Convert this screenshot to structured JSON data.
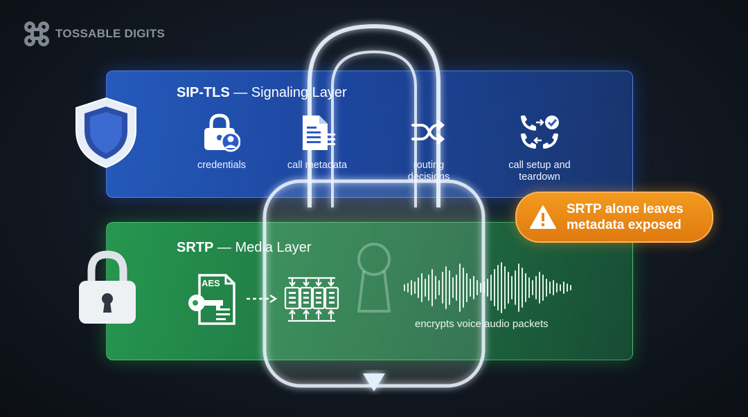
{
  "brand": {
    "name": "TOSSABLE DIGITS",
    "icon": "command-key-icon"
  },
  "signaling": {
    "title_bold": "SIP-TLS",
    "title_rest": " — Signaling Layer",
    "color": "#2a63d4",
    "features": [
      {
        "icon": "lock-user-icon",
        "label": "credentials"
      },
      {
        "icon": "document-list-icon",
        "label": "call metadata"
      },
      {
        "icon": "shuffle-icon",
        "label_lines": [
          "routing",
          "decisions"
        ]
      },
      {
        "icon": "call-transfer-icon",
        "label_lines": [
          "call setup and",
          "teardown"
        ]
      }
    ],
    "side_icon": "shield-icon"
  },
  "media": {
    "title_bold": "SRTP",
    "title_rest": " — Media Layer",
    "color": "#2e9e55",
    "aes_label": "AES",
    "caption": "encrypts voice audio packets",
    "side_icon": "padlock-icon"
  },
  "warning": {
    "lines": [
      "SRTP alone leaves",
      "metadata exposed"
    ],
    "color": "#e8860f",
    "icon": "warning-triangle-icon"
  }
}
